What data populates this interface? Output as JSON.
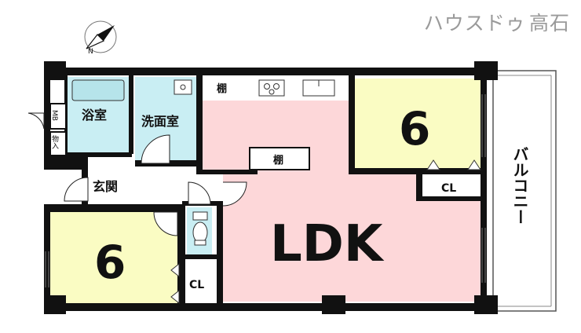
{
  "brand": {
    "name": "ハウスドゥ",
    "suffix": "高石"
  },
  "compass": {
    "label": "N"
  },
  "rooms": {
    "bath": "浴室",
    "washroom": "洗面室",
    "mb": "MB",
    "storage": "物入",
    "entrance": "玄関",
    "shelf_top": "棚",
    "shelf_mid": "棚",
    "ldk": "LDK",
    "room_right": "6",
    "room_left": "6",
    "cl_right": "CL",
    "cl_left": "CL",
    "balcony": "バルコニー"
  },
  "colors": {
    "ldk": "#fdd7d9",
    "bedroom": "#fafcc3",
    "wet": "#c9eef3",
    "wall": "#111111",
    "brand_text": "#9a9a9a"
  }
}
